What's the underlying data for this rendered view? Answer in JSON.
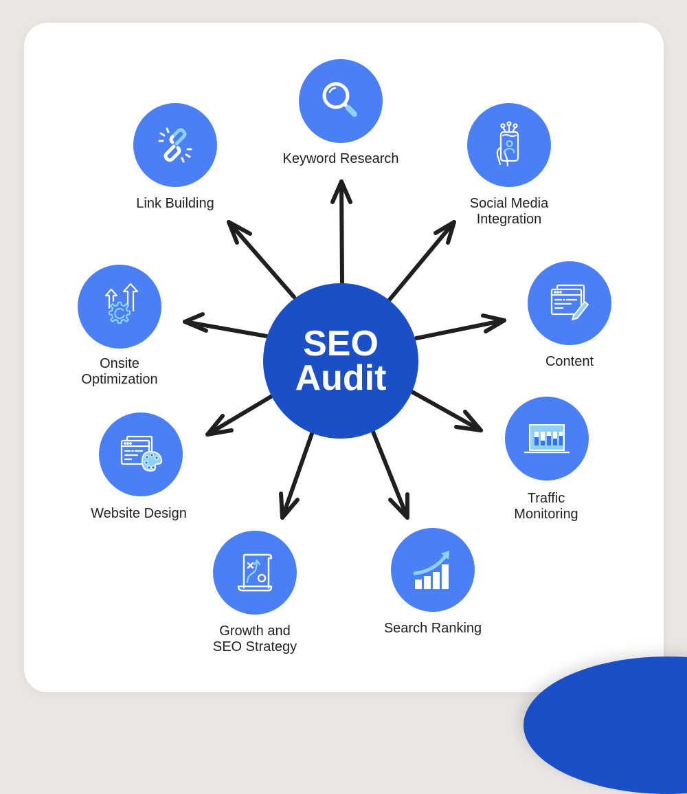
{
  "center": {
    "line1": "SEO",
    "line2": "Audit"
  },
  "colors": {
    "background": "#e9e6e3",
    "card": "#ffffff",
    "center_circle": "#1b4fc8",
    "node_circle": "#4b7ff6",
    "icon_light": "#8fd0f5",
    "arrow": "#1f1f1f",
    "text": "#1f1f1f"
  },
  "nodes": [
    {
      "id": "keyword-research",
      "icon": "magnifier-icon",
      "lines": [
        "Keyword Research"
      ]
    },
    {
      "id": "social-media-integration",
      "icon": "smartphone-hand-icon",
      "lines": [
        "Social Media",
        "Integration"
      ]
    },
    {
      "id": "content",
      "icon": "document-pencil-icon",
      "lines": [
        "Content"
      ]
    },
    {
      "id": "traffic-monitoring",
      "icon": "laptop-bars-icon",
      "lines": [
        "Traffic",
        "Monitoring"
      ]
    },
    {
      "id": "search-ranking",
      "icon": "rising-bars-icon",
      "lines": [
        "Search Ranking"
      ]
    },
    {
      "id": "growth-seo-strategy",
      "icon": "strategy-scroll-icon",
      "lines": [
        "Growth and",
        "SEO Strategy"
      ]
    },
    {
      "id": "website-design",
      "icon": "browser-palette-icon",
      "lines": [
        "Website Design"
      ]
    },
    {
      "id": "onsite-optimization",
      "icon": "gear-arrows-icon",
      "lines": [
        "Onsite",
        "Optimization"
      ]
    },
    {
      "id": "link-building",
      "icon": "chain-link-icon",
      "lines": [
        "Link Building"
      ]
    }
  ]
}
